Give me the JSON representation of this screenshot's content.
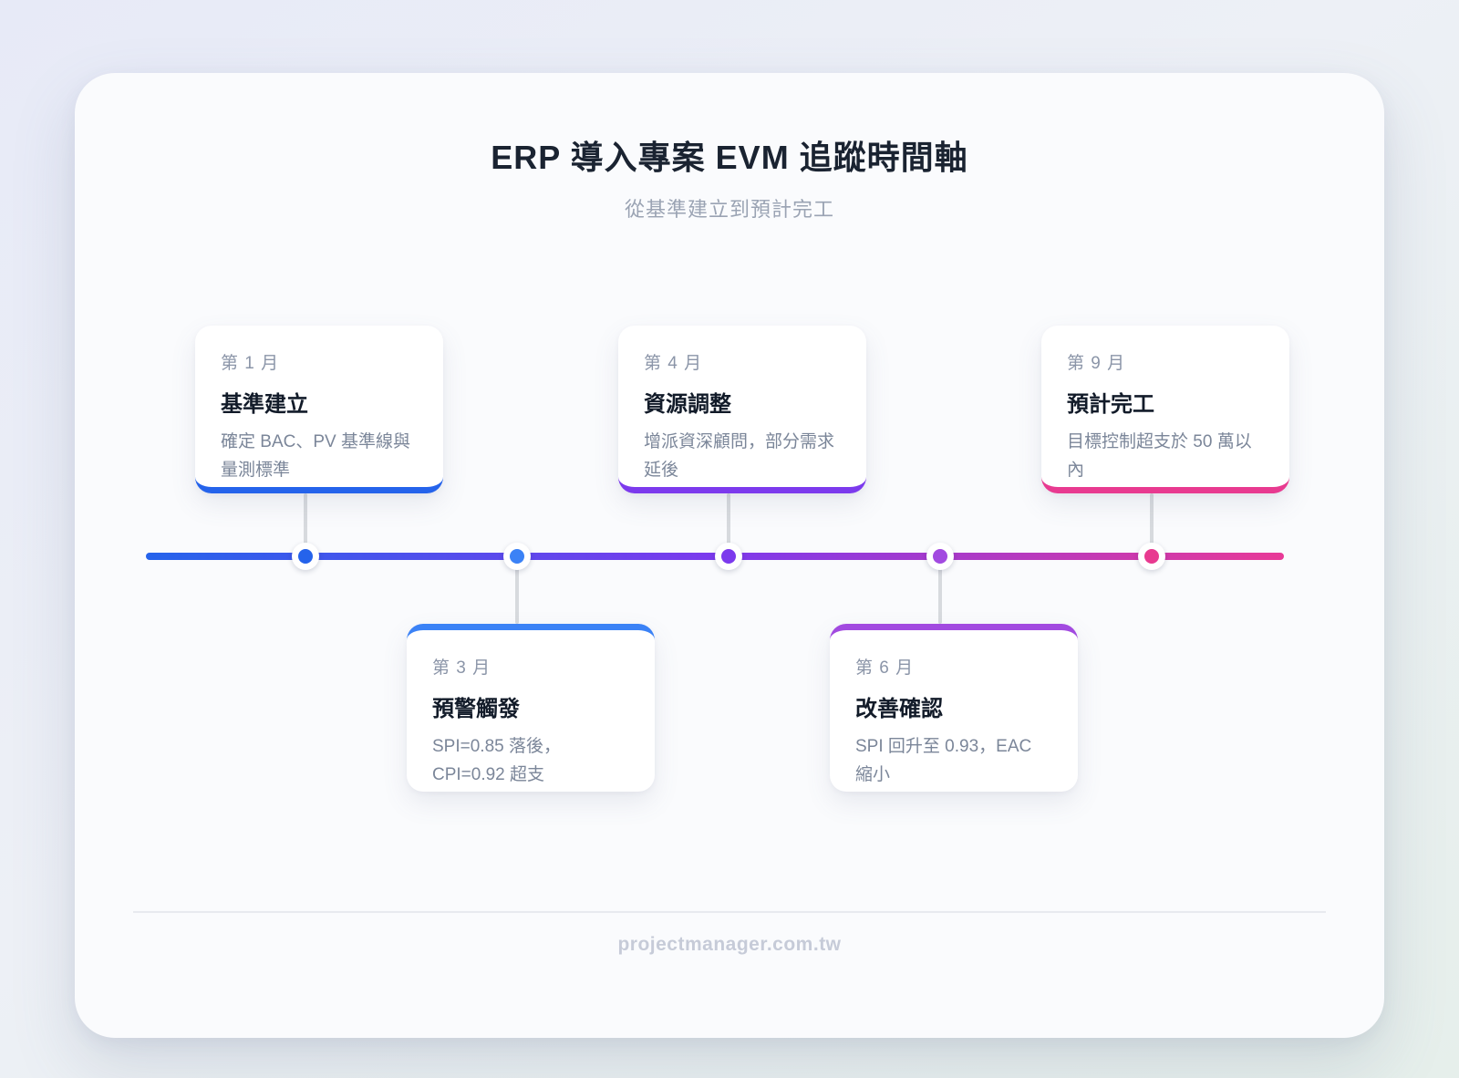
{
  "header": {
    "title": "ERP 導入專案 EVM 追蹤時間軸",
    "subtitle": "從基準建立到預計完工"
  },
  "timeline": {
    "gradient": [
      "#2563eb",
      "#7c3aed",
      "#e83a97"
    ],
    "connector_color": "#d7dade",
    "milestones": [
      {
        "month": "第 1 月",
        "title": "基準建立",
        "description": "確定 BAC、PV 基準線與量測標準",
        "accent": "#2563eb",
        "position": "above"
      },
      {
        "month": "第 3 月",
        "title": "預警觸發",
        "description": "SPI=0.85 落後，CPI=0.92 超支",
        "accent": "#3b82f6",
        "position": "below"
      },
      {
        "month": "第 4 月",
        "title": "資源調整",
        "description": "增派資深顧問，部分需求延後",
        "accent": "#7c3aed",
        "position": "above"
      },
      {
        "month": "第 6 月",
        "title": "改善確認",
        "description": "SPI 回升至 0.93，EAC 縮小",
        "accent": "#a24ae0",
        "position": "below"
      },
      {
        "month": "第 9 月",
        "title": "預計完工",
        "description": "目標控制超支於 50 萬以內",
        "accent": "#e83a90",
        "position": "above"
      }
    ]
  },
  "footer": {
    "site": "projectmanager.com.tw"
  }
}
